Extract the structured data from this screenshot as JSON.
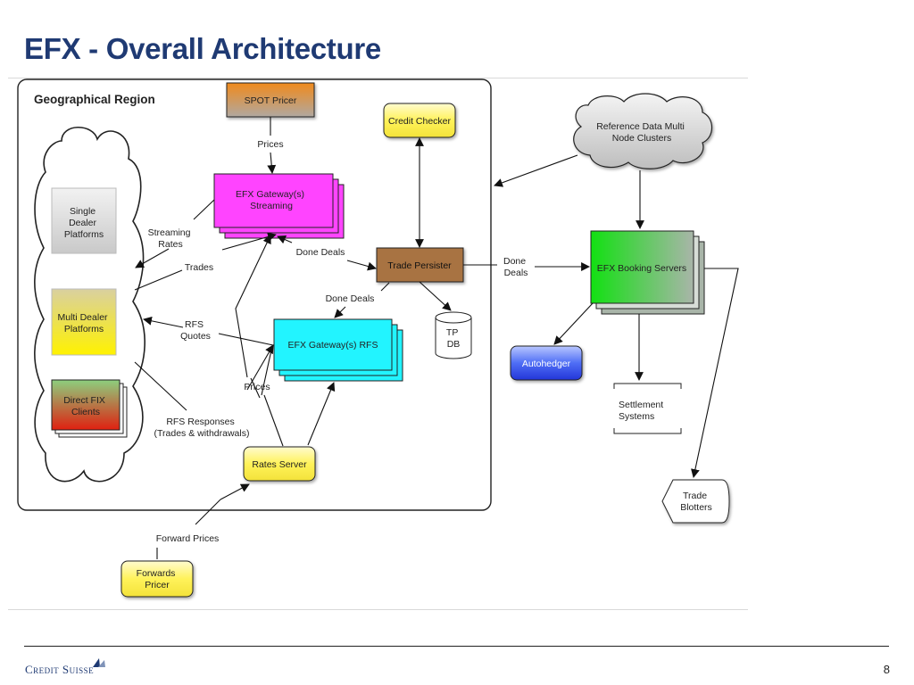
{
  "title": "EFX - Overall Architecture",
  "page_number": "8",
  "logo_text": "Credit Suisse",
  "region": {
    "label": "Geographical Region"
  },
  "nodes": {
    "spot_pricer": "SPOT Pricer",
    "credit_checker": "Credit Checker",
    "reference_data": [
      "Reference Data Multi",
      "Node Clusters"
    ],
    "gateway_streaming": [
      "EFX Gateway(s)",
      "Streaming"
    ],
    "trade_persister": "Trade Persister",
    "tp_db": [
      "TP",
      "DB"
    ],
    "gateway_rfs": "EFX Gateway(s) RFS",
    "rates_server": "Rates Server",
    "forwards_pricer": [
      "Forwards",
      "Pricer"
    ],
    "booking_servers": "EFX Booking Servers",
    "autohedger": "Autohedger",
    "settlement": [
      "Settlement",
      "Systems"
    ],
    "trade_blotters": [
      "Trade",
      "Blotters"
    ],
    "single_dealer": [
      "Single",
      "Dealer",
      "Platforms"
    ],
    "multi_dealer": [
      "Multi Dealer",
      "Platforms"
    ],
    "direct_fix": [
      "Direct FIX",
      "Clients"
    ]
  },
  "edge_labels": {
    "prices_top": "Prices",
    "streaming_rates": [
      "Streaming",
      "Rates"
    ],
    "trades": "Trades",
    "done_deals_1": "Done Deals",
    "done_deals_2": "Done Deals",
    "done_deals_3": [
      "Done",
      "Deals"
    ],
    "rfs_quotes": [
      "RFS",
      "Quotes"
    ],
    "prices_mid": "Prices",
    "rfs_responses": [
      "RFS Responses",
      "(Trades & withdrawals)"
    ],
    "forward_prices": "Forward Prices"
  },
  "colors": {
    "title": "#1f3a73",
    "spot_pricer": "#e8903a",
    "yellow": "#fff27a",
    "gateway_streaming": "#ff44ff",
    "gateway_rfs": "#22f4ff",
    "trade_persister": "#a87343",
    "booking_green": "#28d828",
    "autohedger": "#3b5cf0"
  }
}
